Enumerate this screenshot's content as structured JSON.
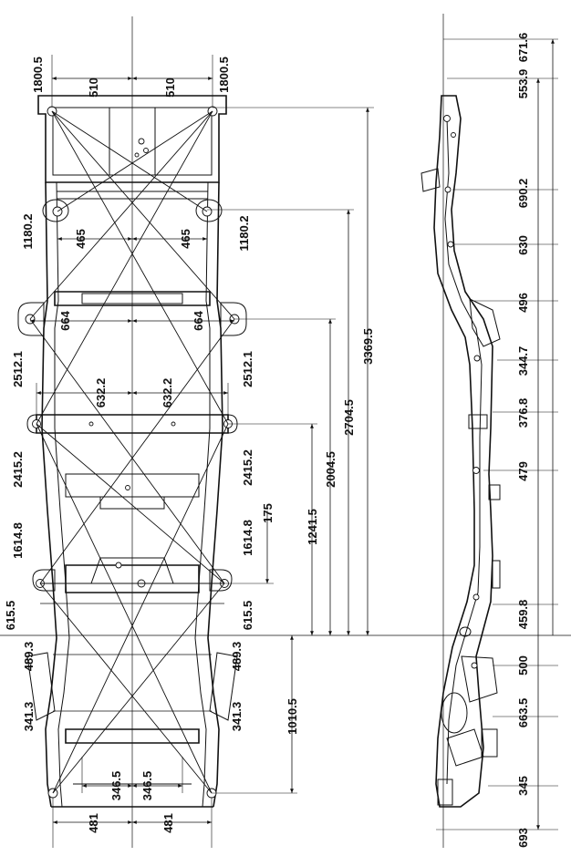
{
  "plan_view": {
    "top_width_left": "510",
    "top_width_right": "510",
    "diag_top_left": "1800.5",
    "diag_top_right": "1800.5",
    "diag_1180_left": "1180.2",
    "diag_1180_right": "1180.2",
    "width_465_left": "465",
    "width_465_right": "465",
    "width_664_left": "664",
    "width_664_right": "664",
    "diag_2512_left": "2512.1",
    "diag_2512_right": "2512.1",
    "width_632_left": "632.2",
    "width_632_right": "632.2",
    "diag_2415_left": "2415.2",
    "diag_2415_right": "2415.2",
    "diag_1614_left": "1614.8",
    "diag_1614_right": "1614.8",
    "diag_615_left": "615.5",
    "diag_615_right": "615.5",
    "diag_489_left": "489.3",
    "diag_489_right": "489.3",
    "diag_341_left": "341.3",
    "diag_341_right": "341.3",
    "width_346_left": "346.5",
    "width_346_right": "346.5",
    "width_481_left": "481",
    "width_481_right": "481",
    "length_3369": "3369.5",
    "length_2704": "2704.5",
    "length_2004": "2004.5",
    "length_1241": "1241.5",
    "length_175": "175",
    "length_1010": "1010.5"
  },
  "side_view": {
    "h_671": "671.6",
    "h_553": "553.9",
    "h_690": "690.2",
    "h_630": "630",
    "h_496": "496",
    "h_344": "344.7",
    "h_376": "376.8",
    "h_479": "479",
    "h_459": "459.8",
    "h_500": "500",
    "h_663": "663.5",
    "h_345": "345",
    "h_693": "693"
  }
}
